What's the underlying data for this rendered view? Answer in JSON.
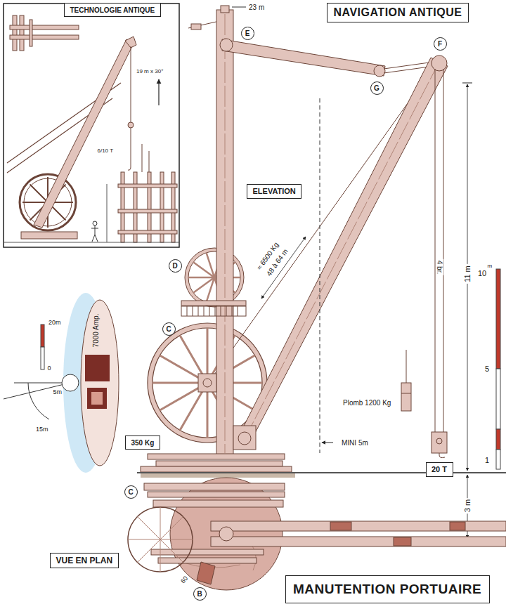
{
  "diagram": {
    "title": "NAVIGATION ANTIQUE",
    "caption": "MANUTENTION PORTUAIRE",
    "nodes": [
      {
        "text": [
          "TECHNOLOGIE ANTIQUE"
        ]
      },
      {
        "text": [
          "E"
        ]
      },
      {
        "text": [
          "F"
        ]
      },
      {
        "text": [
          "G"
        ]
      },
      {
        "text": [
          "ELEVATION"
        ]
      },
      {
        "text": [
          "D"
        ]
      },
      {
        "text": [
          "C"
        ]
      },
      {
        "text": [
          "350 Kg"
        ]
      },
      {
        "text": [
          "20 T"
        ]
      },
      {
        "text": [
          "C"
        ]
      },
      {
        "text": [
          "VUE EN PLAN"
        ]
      },
      {
        "text": [
          "B"
        ]
      }
    ],
    "labels": [
      "23 m",
      "19 m x 30°",
      "6/10 T",
      "4 br.",
      "48 à 64 m",
      "≈ 6500 Kg",
      "20m",
      "10",
      "m",
      "7000 Amp.",
      "0",
      "5m",
      "5",
      "15m",
      "Plomb 1200 Kg",
      "11 m",
      "MINI 5m",
      "1",
      "3 m",
      "60"
    ]
  }
}
